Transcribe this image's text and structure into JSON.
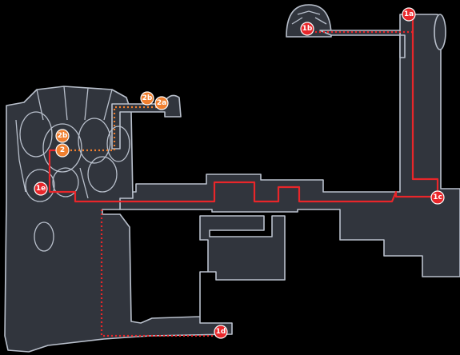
{
  "colors": {
    "background": "#000000",
    "room_fill": "#31353d",
    "room_outline": "#b9c0cc",
    "main_route": "#e8262a",
    "side_route": "#f07f2f"
  },
  "markers": [
    {
      "id": "1a",
      "label": "1a",
      "color": "red"
    },
    {
      "id": "1b",
      "label": "1b",
      "color": "red"
    },
    {
      "id": "1c",
      "label": "1c",
      "color": "red"
    },
    {
      "id": "1d",
      "label": "1d",
      "color": "red"
    },
    {
      "id": "1e",
      "label": "1e",
      "color": "red"
    },
    {
      "id": "2",
      "label": "2",
      "color": "orange"
    },
    {
      "id": "2a",
      "label": "2a",
      "color": "orange"
    },
    {
      "id": "2b-upper",
      "label": "2b",
      "color": "orange"
    },
    {
      "id": "2b-left",
      "label": "2b",
      "color": "orange"
    }
  ]
}
